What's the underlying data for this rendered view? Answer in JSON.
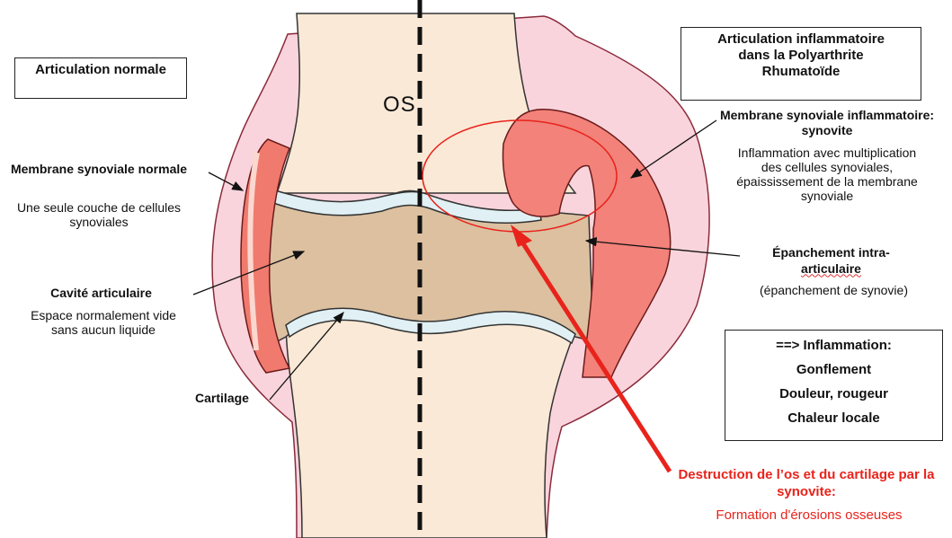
{
  "titles": {
    "normal": "Articulation normale",
    "inflammatory": "Articulation inflammatoire dans la Polyarthrite Rhumatoïde"
  },
  "bone_label": "OS",
  "left_labels": {
    "synovial_normal_title": "Membrane synoviale normale",
    "synovial_normal_desc": "Une seule couche de cellules synoviales",
    "cavity_title": "Cavité articulaire",
    "cavity_desc": "Espace normalement vide sans aucun liquide",
    "cartilage": "Cartilage"
  },
  "right_labels": {
    "synovitis_title": "Membrane synoviale inflammatoire: synovite",
    "synovitis_desc": "Inflammation avec multiplication des cellules synoviales, épaississement de la membrane synoviale",
    "effusion_title_part1": "Épanchement intra-",
    "effusion_title_part2": "articulaire",
    "effusion_desc": "(épanchement de synovie)"
  },
  "inflammation_box": {
    "heading": "==> Inflammation:",
    "items": [
      "Gonflement",
      "Douleur, rougeur",
      "Chaleur locale"
    ]
  },
  "destruction": {
    "title": "Destruction de l’os et du cartilage par la synovite:",
    "desc": "Formation d'érosions osseuses"
  },
  "colors": {
    "soft_tissue": "#f9d4dc",
    "bone": "#fae9d6",
    "cavity": "#dcc0a0",
    "cartilage": "#e0f0f4",
    "synovium": "#f07a6e",
    "synovitis": "#f2827a",
    "accent_red": "#e8231b"
  }
}
